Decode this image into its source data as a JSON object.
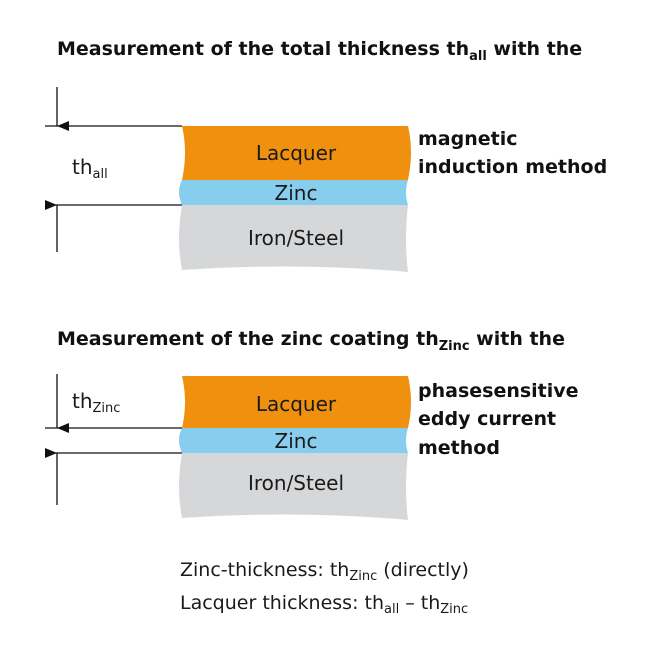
{
  "top": {
    "title": "Measurement of the total thickness th",
    "title_sub": "all",
    "title_end": " with the",
    "label": "th",
    "label_sub": "all",
    "layers": [
      "Lacquer",
      "Zinc",
      "Iron/Steel"
    ],
    "method": [
      "magnetic",
      "induction method"
    ]
  },
  "bottom": {
    "title": "Measurement of the zinc coating th",
    "title_sub": "Zinc",
    "title_end": " with the",
    "label": "th",
    "label_sub": "Zinc",
    "layers": [
      "Lacquer",
      "Zinc",
      "Iron/Steel"
    ],
    "method": [
      "phasesensitive",
      "eddy current",
      "method"
    ]
  },
  "notes": {
    "zinc_pre": "Zinc-thickness: th",
    "zinc_sub": "Zinc",
    "zinc_post": " (directly)",
    "lacquer_pre": "Lacquer thickness: th",
    "lacquer_sub1": "all",
    "lacquer_mid": " – th",
    "lacquer_sub2": "Zinc"
  },
  "colors": {
    "lacquer": "#f0900f",
    "zinc": "#86cdee",
    "steel": "#d6d7d9"
  }
}
